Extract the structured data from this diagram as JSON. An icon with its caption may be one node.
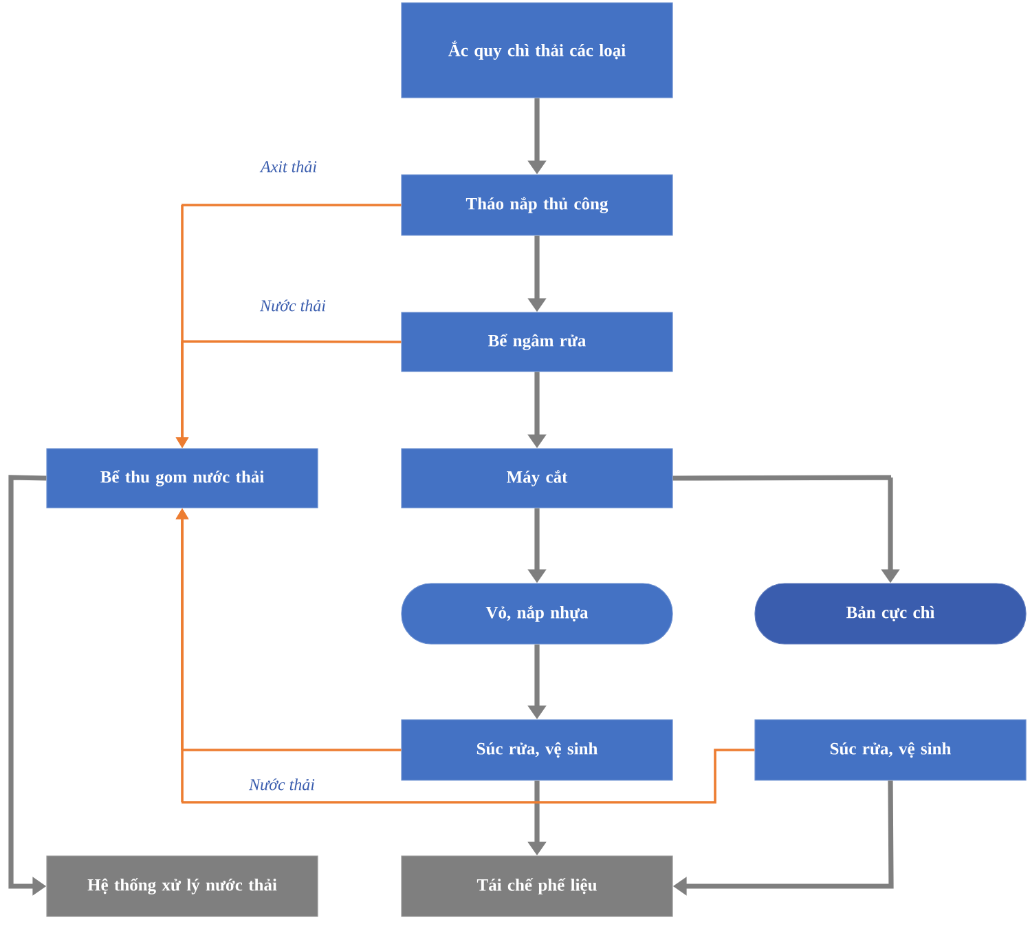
{
  "diagram": {
    "nodes": [
      {
        "text": [
          "Ắc quy chì thải các loại"
        ]
      },
      {
        "text": [
          "Tháo nắp thủ công"
        ]
      },
      {
        "text": [
          "Bể ngâm rửa"
        ]
      },
      {
        "text": [
          "Máy cắt"
        ]
      },
      {
        "text": [
          "Bể thu gom nước thải"
        ]
      },
      {
        "text": [
          "Vỏ, nắp nhựa"
        ]
      },
      {
        "text": [
          "Bản cực chì"
        ]
      },
      {
        "text": [
          "Súc rửa, vệ sinh"
        ]
      },
      {
        "text": [
          "Súc rửa, vệ sinh"
        ]
      },
      {
        "text": [
          "Hệ thống xử lý nước thải"
        ]
      },
      {
        "text": [
          "Tái chế phế liệu"
        ]
      }
    ],
    "edges": [
      {
        "from": 0,
        "to": 1,
        "arrow": "to"
      },
      {
        "from": 1,
        "to": 2,
        "arrow": "to"
      },
      {
        "from": 2,
        "to": 3,
        "arrow": "to"
      },
      {
        "from": 3,
        "to": 5,
        "arrow": "to"
      },
      {
        "from": 3,
        "to": 6,
        "arrow": "to"
      },
      {
        "from": 5,
        "to": 7,
        "arrow": "to"
      },
      {
        "from": 7,
        "to": 10,
        "arrow": "to"
      },
      {
        "from": 8,
        "to": 10,
        "arrow": "to"
      },
      {
        "from": 4,
        "to": 9,
        "arrow": "to"
      },
      {
        "from": 1,
        "to": 4,
        "arrow": "to",
        "label": "Axit thải",
        "color": "#ed7d31"
      },
      {
        "from": 2,
        "to": 4,
        "arrow": "to",
        "label": "Nước thải",
        "color": "#ed7d31"
      },
      {
        "from": 7,
        "to": 4,
        "arrow": "to",
        "color": "#ed7d31"
      },
      {
        "from": 8,
        "to": 4,
        "arrow": "to",
        "label": "Nước thải",
        "color": "#ed7d31"
      }
    ]
  }
}
